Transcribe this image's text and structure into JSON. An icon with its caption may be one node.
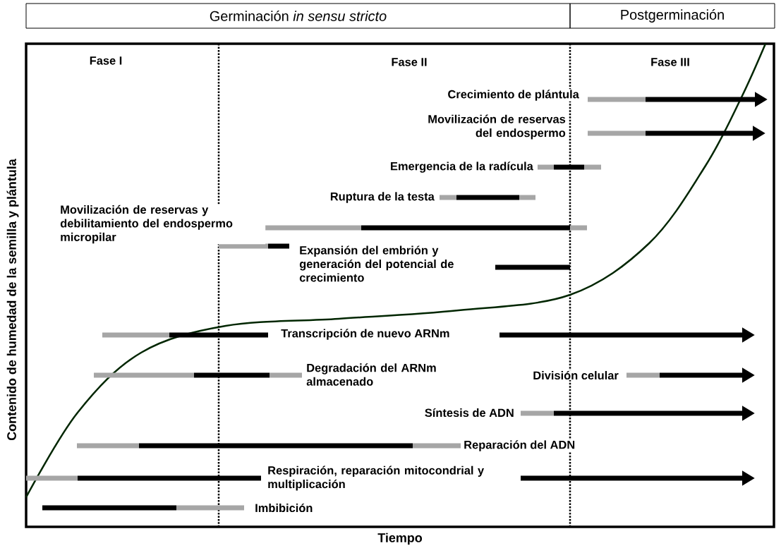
{
  "diagram": {
    "nodes": [
      {
        "text": [
          "Germinación *in sensu stricto*"
        ]
      },
      {
        "text": [
          "Postgerminación"
        ]
      }
    ],
    "labels": [
      "Fase I",
      "Fase II",
      "Fase III",
      "Crecimiento de plántula",
      "Movilización de reservas del endospermo",
      "Emergencia de la radícula",
      "Ruptura de la testa",
      "Movilización de reservas y debilitamiento del endospermo micropilar",
      "Expansión del embrión y generación del potencial de crecimiento",
      "Transcripción de nuevo ARNm",
      "Degradación del ARNm almacenado",
      "División celular",
      "Síntesis de ADN",
      "Reparación del ADN",
      "Respiración, reparación mitocondrial y multiplicación",
      "Imbibición",
      "Contenido de humedad de la semilla y plántula",
      "Tiempo"
    ]
  }
}
